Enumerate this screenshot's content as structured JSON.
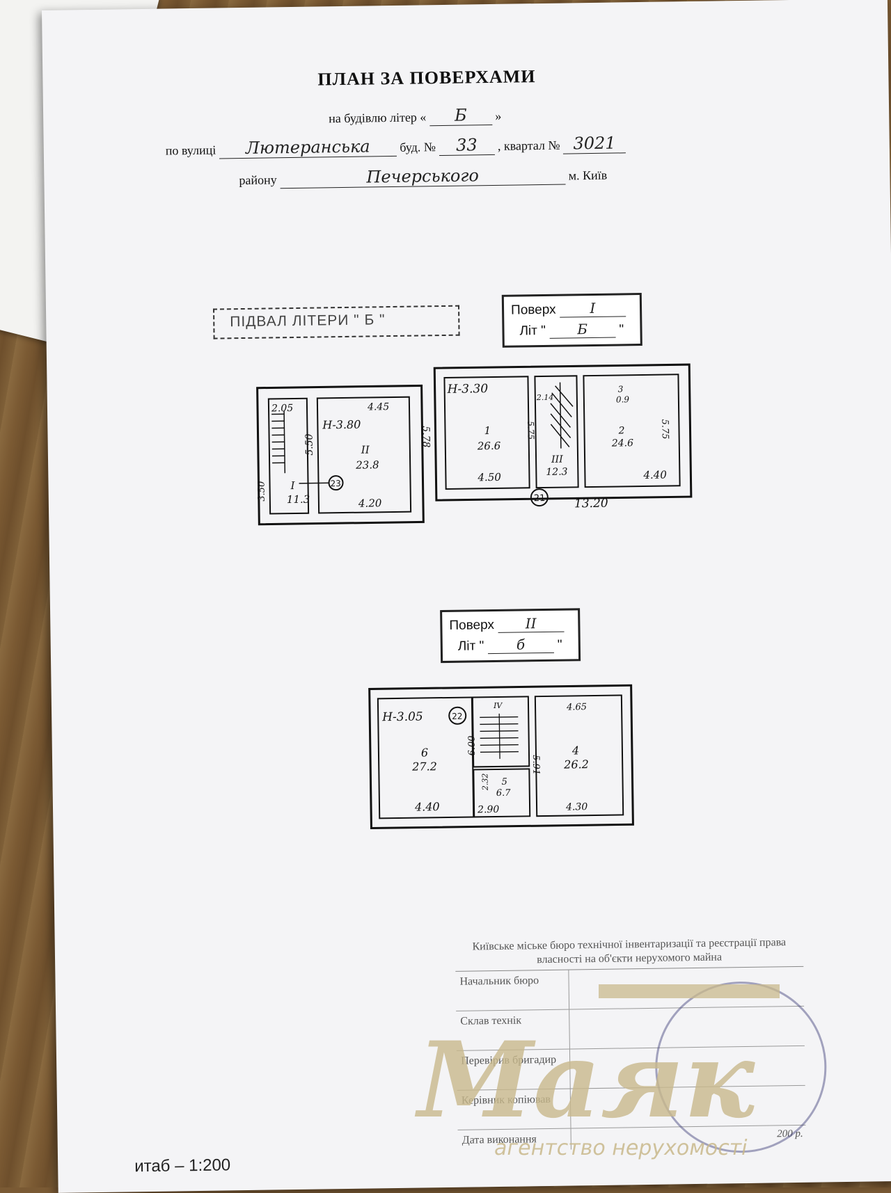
{
  "header": {
    "title": "ПЛАН ЗА ПОВЕРХАМИ",
    "building_prefix": "на будівлю літер «",
    "building_suffix": "»",
    "building_letter": "Б",
    "street_label": "по вулиці",
    "street_value": "Лютеранська",
    "house_label": "буд. №",
    "house_value": "33",
    "block_label": ", квартал №",
    "block_value": "3021",
    "district_label": "району",
    "district_value": "Печерського",
    "city_label": "м. Київ"
  },
  "stamps": {
    "basement": "ПІДВАЛ ЛІТЕРИ \"  Б  \"",
    "floor1_label": "Поверх",
    "floor1_value": "I",
    "floor1_lit_label": "Літ \"",
    "floor1_lit_value": "Б",
    "floor1_lit_close": "\"",
    "floor2_label": "Поверх",
    "floor2_value": "II",
    "floor2_lit_label": "Літ \"",
    "floor2_lit_value": "б",
    "floor2_lit_close": "\""
  },
  "basement_plan": {
    "height": "Н-3.80",
    "dims": [
      "2.05",
      "4.45",
      "5.50",
      "3.50",
      "4.20"
    ],
    "rooms": [
      {
        "num": "I",
        "area": "11.3"
      },
      {
        "num": "II",
        "area": "23.8"
      }
    ],
    "circle": "23"
  },
  "floor1_plan": {
    "height": "Н-3.30",
    "dims": [
      "5.78",
      "4.50",
      "2.14",
      "5.75",
      "5.75",
      "4.40",
      "13.20"
    ],
    "rooms": [
      {
        "num": "1",
        "area": "26.6"
      },
      {
        "num": "III",
        "area": "12.3"
      },
      {
        "num": "2",
        "area": "24.6"
      },
      {
        "num": "3",
        "area": "0.9"
      }
    ],
    "circle": "21"
  },
  "floor2_plan": {
    "height": "Н-3.05",
    "dims": [
      "6.00",
      "4.40",
      "2.32",
      "2.90",
      "5.91",
      "4.65",
      "4.30"
    ],
    "rooms": [
      {
        "num": "6",
        "area": "27.2"
      },
      {
        "num": "IV",
        "area": ""
      },
      {
        "num": "5",
        "area": "6.7"
      },
      {
        "num": "4",
        "area": "26.2"
      }
    ],
    "circle": "22"
  },
  "footer": {
    "scale": "итаб – 1:200",
    "bureau_title": "Київське міське бюро технічної інвентаризації та реєстрації права власності на об'єкти нерухомого майна",
    "rows": [
      "Начальник бюро",
      "Склав технік",
      "Перевірив бригадир",
      "Керівник копіював",
      "Дата виконання"
    ],
    "year_suffix": "200  р.",
    "watermark_brand": "Маяк",
    "watermark_sub": "агентство нерухомості"
  },
  "colors": {
    "paper": "#f4f4f6",
    "ink": "#111111",
    "desk": "#7a5a34",
    "watermark": "#c9b98c"
  }
}
